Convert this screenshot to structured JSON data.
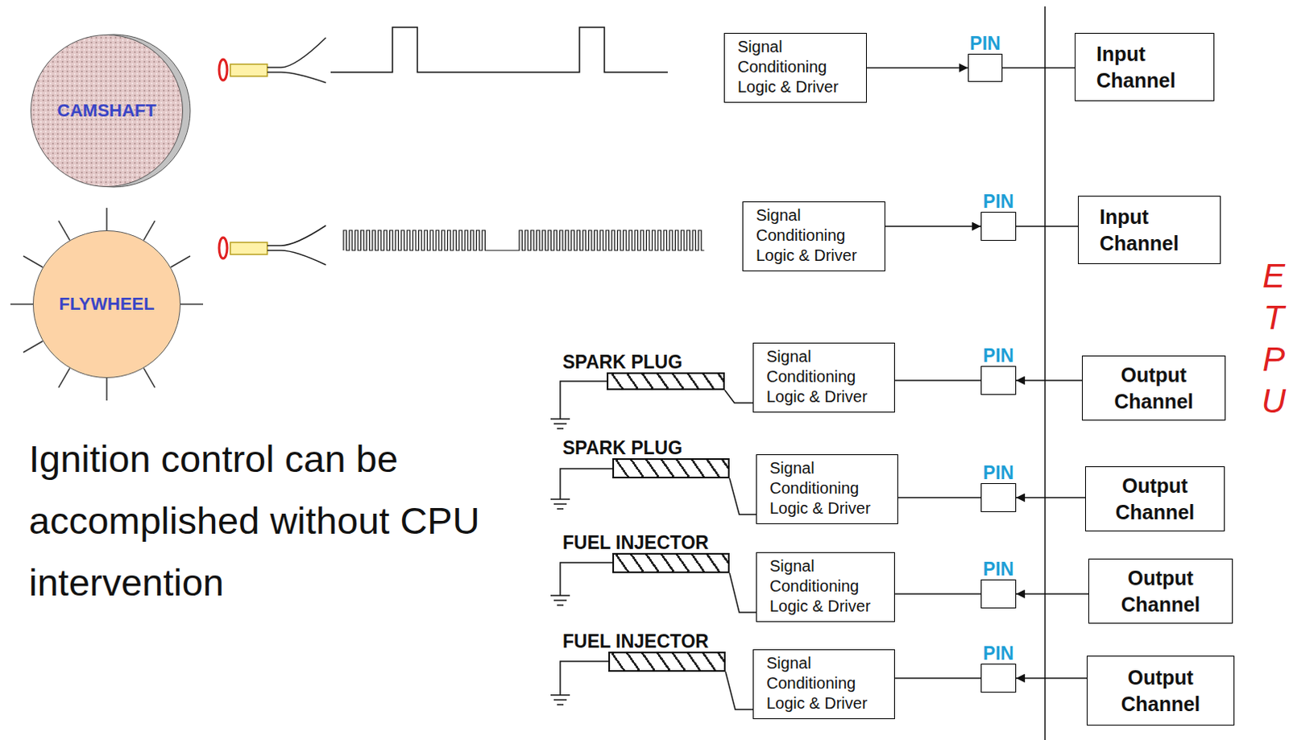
{
  "diagram": {
    "nodes": [
      {
        "text": [
          "CAMSHAFT"
        ]
      },
      {
        "text": [
          "Signal Conditioning Logic & Driver"
        ]
      },
      {
        "text": [
          "PIN"
        ]
      },
      {
        "text": [
          "Input Channel"
        ]
      },
      {
        "text": [
          "FLYWHEEL"
        ]
      },
      {
        "text": [
          "Signal Conditioning Logic & Driver"
        ]
      },
      {
        "text": [
          "PIN"
        ]
      },
      {
        "text": [
          "Input Channel"
        ]
      },
      {
        "text": [
          "SPARK PLUG"
        ]
      },
      {
        "text": [
          "Signal Conditioning Logic & Driver"
        ]
      },
      {
        "text": [
          "PIN"
        ]
      },
      {
        "text": [
          "Output Channel"
        ]
      },
      {
        "text": [
          "SPARK PLUG"
        ]
      },
      {
        "text": [
          "Signal Conditioning Logic & Driver"
        ]
      },
      {
        "text": [
          "PIN"
        ]
      },
      {
        "text": [
          "Output Channel"
        ]
      },
      {
        "text": [
          "FUEL INJECTOR"
        ]
      },
      {
        "text": [
          "Signal Conditioning Logic & Driver"
        ]
      },
      {
        "text": [
          "PIN"
        ]
      },
      {
        "text": [
          "Output Channel"
        ]
      },
      {
        "text": [
          "FUEL INJECTOR"
        ]
      },
      {
        "text": [
          "Signal Conditioning Logic & Driver"
        ]
      },
      {
        "text": [
          "PIN"
        ]
      },
      {
        "text": [
          "Output Channel"
        ]
      }
    ],
    "edges": [
      {
        "from": 1,
        "to": 2,
        "arrow": "to"
      },
      {
        "from": 2,
        "to": 3,
        "arrow": "none"
      },
      {
        "from": 5,
        "to": 6,
        "arrow": "to"
      },
      {
        "from": 6,
        "to": 7,
        "arrow": "none"
      },
      {
        "from": 11,
        "to": 10,
        "arrow": "to"
      },
      {
        "from": 10,
        "to": 9,
        "arrow": "none"
      },
      {
        "from": 9,
        "to": 8,
        "arrow": "none"
      },
      {
        "from": 15,
        "to": 14,
        "arrow": "to"
      },
      {
        "from": 14,
        "to": 13,
        "arrow": "none"
      },
      {
        "from": 13,
        "to": 12,
        "arrow": "none"
      },
      {
        "from": 19,
        "to": 18,
        "arrow": "to"
      },
      {
        "from": 18,
        "to": 17,
        "arrow": "none"
      },
      {
        "from": 17,
        "to": 16,
        "arrow": "none"
      },
      {
        "from": 23,
        "to": 22,
        "arrow": "to"
      },
      {
        "from": 22,
        "to": 21,
        "arrow": "none"
      },
      {
        "from": 21,
        "to": 20,
        "arrow": "none"
      }
    ],
    "labels": [
      "Ignition control can be accomplished without CPU intervention",
      "ETPU"
    ]
  }
}
